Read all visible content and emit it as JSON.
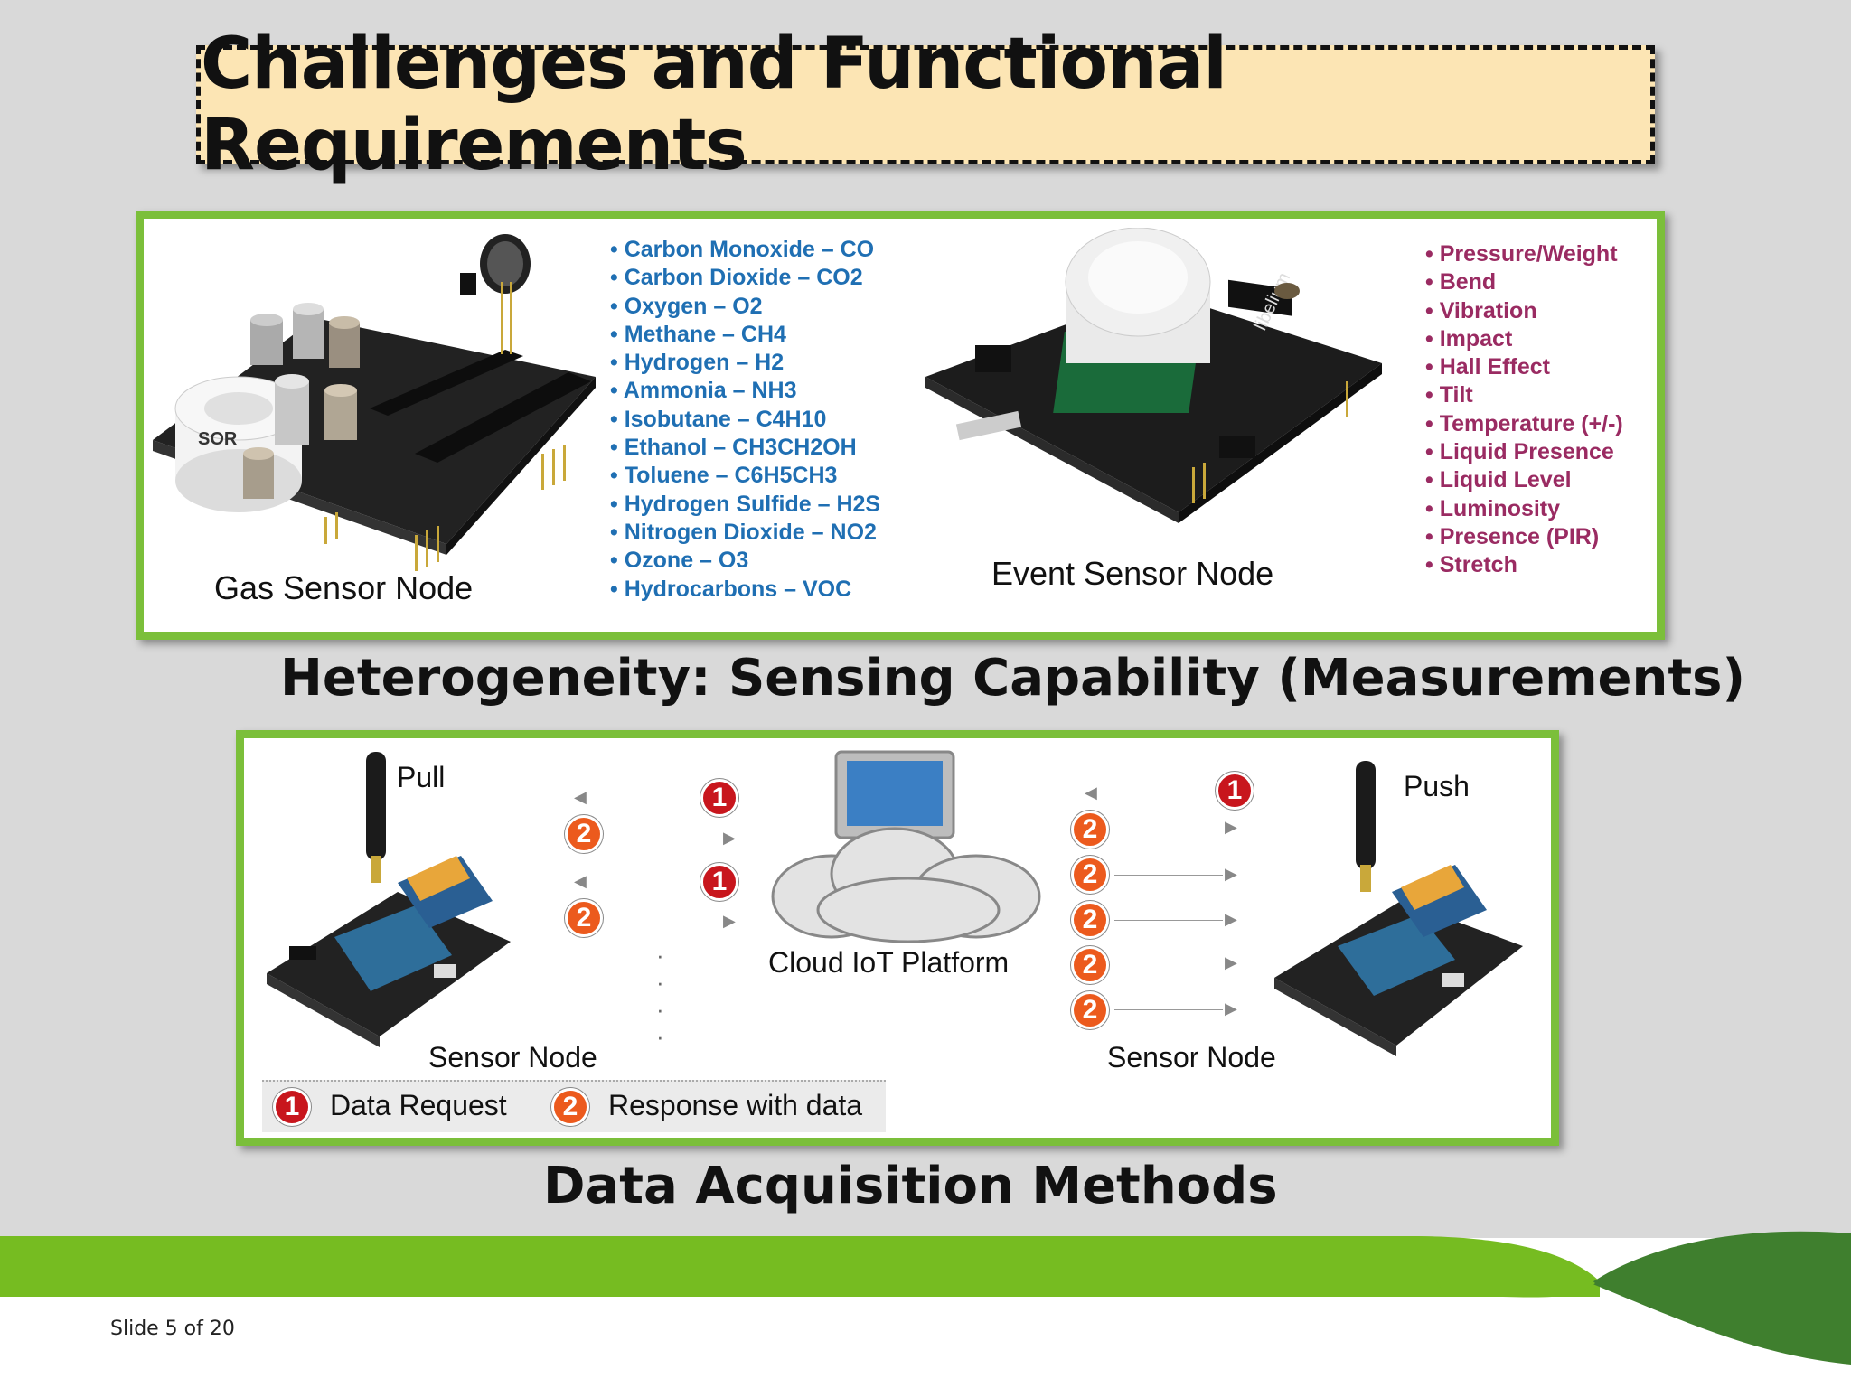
{
  "slide": {
    "title": "Challenges and Functional Requirements",
    "section1_caption": "Heterogeneity: Sensing Capability (Measurements)",
    "section2_caption": "Data Acquisition Methods",
    "footer": "Slide 5  of 20"
  },
  "gas_sensor": {
    "label": "Gas Sensor Node",
    "measurements": [
      "Carbon Monoxide – CO",
      "Carbon Dioxide – CO2",
      "Oxygen – O2",
      "Methane – CH4",
      "Hydrogen – H2",
      "Ammonia – NH3",
      "Isobutane – C4H10",
      "Ethanol – CH3CH2OH",
      "Toluene – C6H5CH3",
      "Hydrogen Sulfide – H2S",
      "Nitrogen Dioxide – NO2",
      "Ozone – O3",
      "Hydrocarbons – VOC"
    ],
    "board_text": "SOR"
  },
  "event_sensor": {
    "label": "Event Sensor Node",
    "measurements": [
      "Pressure/Weight",
      "Bend",
      "Vibration",
      "Impact",
      "Hall Effect",
      "Tilt",
      "Temperature (+/-)",
      "Liquid Presence",
      "Liquid Level",
      "Luminosity",
      "Presence (PIR)",
      "Stretch"
    ],
    "board_text": "libelium"
  },
  "acquisition": {
    "pull_label": "Pull",
    "push_label": "Push",
    "left_node_label": "Sensor Node",
    "right_node_label": "Sensor Node",
    "cloud_label": "Cloud IoT Platform",
    "badge_1": "1",
    "badge_2": "2",
    "legend": {
      "request_number": "1",
      "request_label": "Data Request",
      "response_number": "2",
      "response_label": "Response with data"
    }
  },
  "colors": {
    "green_border": "#7bbf3a",
    "gas_text": "#1f6fb3",
    "event_text": "#9a2b62",
    "title_bg": "#fce5b4",
    "badge_red": "#c8161d",
    "badge_orange": "#ec5a1d",
    "footer_green_light": "#76bc21",
    "footer_green_dark": "#3f7f2e"
  }
}
